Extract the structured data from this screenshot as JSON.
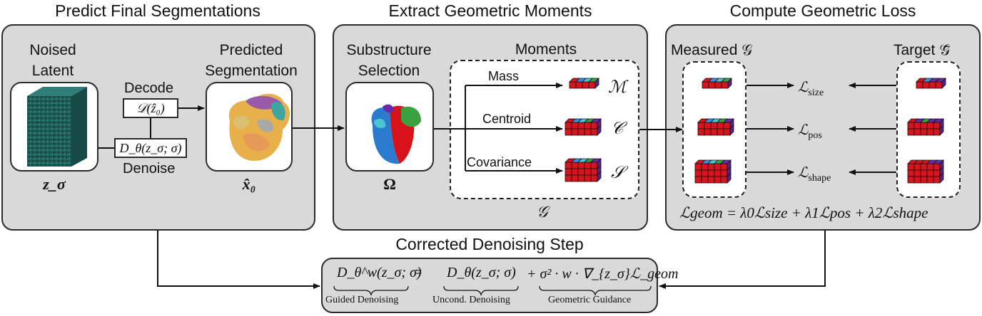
{
  "panels": {
    "predict": {
      "title": "Predict Final Segmentations",
      "noised_latent": "Noised\nLatent",
      "predicted_segmentation": "Predicted\nSegmentation",
      "decode_label": "Decode",
      "denoise_label": "Denoise",
      "decode_formula": "𝒟(ẑ₀)",
      "denoise_formula": "D_θ(z_σ; σ)",
      "latent_symbol": "z_σ",
      "pred_symbol": "x̂₀"
    },
    "extract": {
      "title": "Extract Geometric Moments",
      "substructure_selection": "Substructure\nSelection",
      "moments_title": "Moments",
      "omega_symbol": "Ω",
      "mass_label": "Mass",
      "centroid_label": "Centroid",
      "covariance_label": "Covariance",
      "mass_symbol": "ℳ",
      "centroid_symbol": "𝒞",
      "covariance_symbol": "𝒮",
      "g_symbol": "𝒢"
    },
    "loss": {
      "title": "Compute Geometric Loss",
      "measured_label": "Measured 𝒢",
      "target_label": "Target 𝒢̄",
      "l_size": "ℒ",
      "l_size_sub": "size",
      "l_pos": "ℒ",
      "l_pos_sub": "pos",
      "l_shape": "ℒ",
      "l_shape_sub": "shape",
      "geom_equation": "ℒgeom = λ0ℒsize + λ1ℒpos + λ2ℒshape"
    },
    "corrected": {
      "title": "Corrected Denoising Step",
      "guided_formula": "D_θ^w(z_σ; σ)",
      "equals": "=",
      "uncond_formula": "D_θ(z_σ; σ)",
      "guidance_formula": "+ σ² · w · ∇_{z_σ}ℒ_geom",
      "guided_caption": "Guided Denoising",
      "uncond_caption": "Uncond. Denoising",
      "guidance_caption": "Geometric Guidance"
    }
  },
  "colors": {
    "panel_bg": "#d9d9d9",
    "border": "#2b2b2b",
    "cube_red": "#d8141c",
    "cube_blue": "#3a8fe0",
    "cube_cyan": "#4ec4d0",
    "cube_green": "#3aa040",
    "cube_purple": "#6a2aa8",
    "latent_teal": "#1f5a55"
  }
}
